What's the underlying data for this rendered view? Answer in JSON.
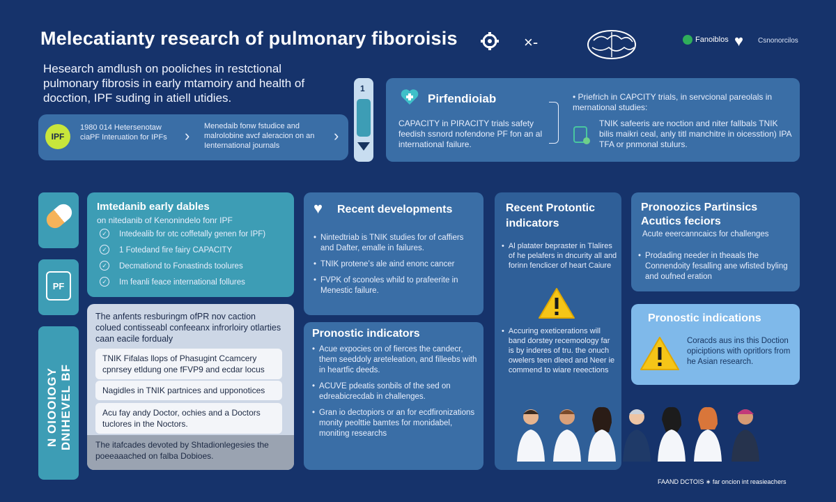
{
  "header": {
    "title": "Melecatianty research of pulmonary fiboroisis",
    "brand_left": "Fanoiblos",
    "brand_right": "Csnonorcilos",
    "x_mark": "×-"
  },
  "intro": {
    "text": "Hesearch amdlush on pooliches in restctional pulmonary fibrosis in early mtamoiry and health of docction, IPF suding in atiell utidies."
  },
  "ipf_strip": {
    "badge": "IPF",
    "col1": "1980 014 Hetersenotaw ciaPF Interuation for IPFs",
    "col2": "Menedaib fonw fstudice and malrolobine avcf aleracion on an Ienternational journals"
  },
  "slider": {
    "number": "1"
  },
  "pirfenidone": {
    "title": "Pirfendioiab",
    "text": "CAPACITY in PIRACITY trials safety feedish ssnord nofendone PF fon an al international failure."
  },
  "capacity": {
    "bullet": "Priefrich in CAPCITY trials, in servcional pareolals in mernational studies:",
    "text": "TNIK safeeris are noction and niter fallbals TNIK bilis maikri ceal, anly titl manchitre in oicesstion) IPA TFA or pnmonal stulurs."
  },
  "nintedanib": {
    "title": "Imtedanib early dables",
    "subtitle": "on nitedanib of Kenonindelo fonr IPF",
    "items": [
      "Intedealib for otc coffetally genen for IPF)",
      "1 Fotedand fire fairy CAPACITY",
      "Decmationd to Fonastinds toolures",
      "Im feanli feace international follures"
    ]
  },
  "side_icons": {
    "pf_badge": "PF",
    "vertical_text": "N OIOOIOGY DNIHEVEL BF"
  },
  "white_panel": {
    "intro": "The anfents resburingm ofPR nov caction colued contisseabl confeeanx infrorloiry otlarties caan eacile fordualy",
    "cards": [
      "TNIK Fifalas llops of Phasugint Ccamcery cpnrsey etldung one fFVP9 and ecdar locus",
      "Nagidles in TNIK partnices and upponotices",
      "Acu fay andy Doctor, ochies and a Doctors tuclores in the Noctors."
    ],
    "footer": "The itafcades devoted by Shtadionlegesies the poeeaaached on falba Dobioes."
  },
  "recent_dev": {
    "title": "Recent developments",
    "items": [
      "Nintedtriab is TNIK studies for of caffiers and Dafter, emalle in failures.",
      "TNIK proteneʼs ale aind enonc cancer",
      "FVPK of sconoles whild to prafeerite in Menestic failure."
    ]
  },
  "pronostic_mid": {
    "title": "Pronostic indicators",
    "items": [
      "Acue expocies on of fierces the candecr, them seeddoly areteleation, and filleebs with in heartfic deeds.",
      "ACUVE pdeatis sonbils of the sed on edreabicrecdab in challenges.",
      "Gran io dectopiors or an for ecdfironizations monity peolttie bamtes for monidabel, moniting researchs"
    ]
  },
  "protontic": {
    "title": "Recent Protontic indicators",
    "item1": "Al platater bepraster in Tlalires of he pelafers in dncurity all and forinn fenclicer of heart Caiure",
    "item2": "Accuring exeticerations will band dorstey recemoology far is by inderes of tru. the onuch owelers teen dleed and Neer ie commend to wiare reeections"
  },
  "prognostic_partners": {
    "title": "Pronoozics Partinsics Acutics feciors",
    "subtitle": "Acute eeercanncaics for challenges",
    "item": "Prodading needer in theaals the Connendoity fesalling ane wfisted byling and oufned eration"
  },
  "pronostic_indications": {
    "title": "Pronostic indications",
    "text": "Coracds aus ins this Doction opiciptions with opritlors from he Asian research."
  },
  "footer": {
    "credit": "FAAND DCTOIS ∗ far oncion int reasieachers"
  },
  "colors": {
    "background": "#16336b",
    "panel": "#3a6ea6",
    "teal": "#3d9db5",
    "sky": "#7fb9ea",
    "warning": "#f5c518"
  }
}
